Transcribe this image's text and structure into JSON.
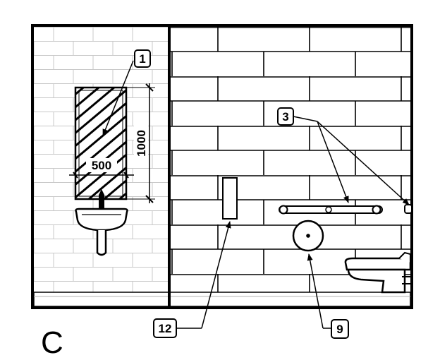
{
  "drawing": {
    "view_letter": "C",
    "dimensions": {
      "mirror_width": "500",
      "mirror_height": "1000"
    },
    "callouts": [
      {
        "id": "mirror",
        "label": "1"
      },
      {
        "id": "grab-bars",
        "label": "3"
      },
      {
        "id": "paper-holder",
        "label": "9"
      },
      {
        "id": "dispenser",
        "label": "12"
      }
    ]
  },
  "colors": {
    "ink": "#000000",
    "grout": "#d0d0d0",
    "paper": "#ffffff",
    "panel_fill": "#f4f4f4"
  }
}
